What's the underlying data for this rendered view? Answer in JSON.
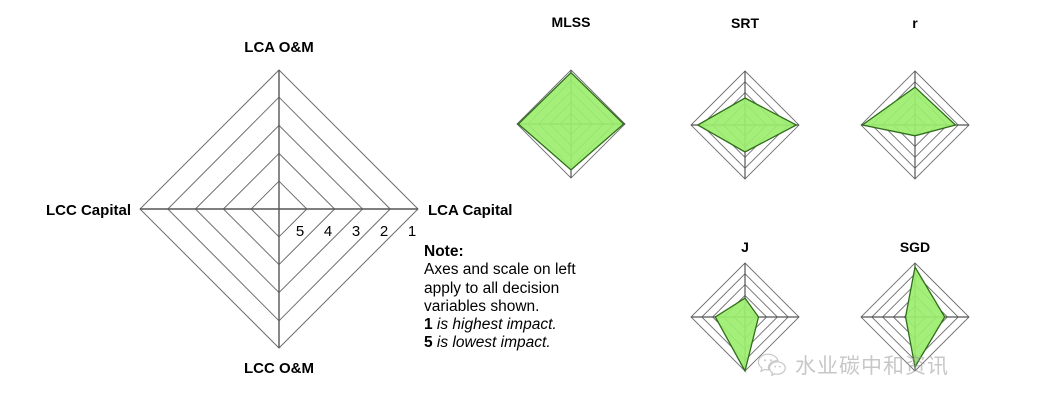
{
  "chart_data": {
    "type": "radar",
    "title": "",
    "axes": [
      "LCA O&M",
      "LCA Capital",
      "LCC O&M",
      "LCC Capital"
    ],
    "scale_ticks": [
      "5",
      "4",
      "3",
      "2",
      "1"
    ],
    "scale_min": 1,
    "scale_max": 5,
    "scale_note": "1 is highest impact, 5 is lowest impact",
    "grid": true,
    "legend": "none",
    "main_chart": {
      "name": "axes-scale-reference",
      "axis_top": "LCA O&M",
      "axis_right": "LCA Capital",
      "axis_bottom": "LCC O&M",
      "axis_left": "LCC Capital",
      "values": null
    },
    "series": [
      {
        "name": "MLSS",
        "values": {
          "LCA O&M": 1.2,
          "LCA Capital": 1.1,
          "LCC O&M": 1.6,
          "LCC Capital": 1.1
        }
      },
      {
        "name": "SRT",
        "values": {
          "LCA O&M": 3.0,
          "LCA Capital": 1.2,
          "LCC O&M": 3.0,
          "LCC Capital": 1.5
        }
      },
      {
        "name": "r",
        "values": {
          "LCA O&M": 2.2,
          "LCA Capital": 2.0,
          "LCC O&M": 4.2,
          "LCC Capital": 1.1
        }
      },
      {
        "name": "J",
        "values": {
          "LCA O&M": 3.6,
          "LCA Capital": 4.0,
          "LCC O&M": 1.0,
          "LCC Capital": 2.8
        }
      },
      {
        "name": "SGD",
        "values": {
          "LCA O&M": 1.3,
          "LCA Capital": 2.8,
          "LCC O&M": 1.3,
          "LCC Capital": 4.3
        }
      }
    ],
    "colors": {
      "fill": "#9bee6e",
      "stroke": "#2f6d1a",
      "grid": "#6e6e6e",
      "axis": "#555555"
    }
  },
  "note": {
    "heading": "Note:",
    "line1": "Axes and scale on left",
    "line2": "apply to all decision",
    "line3": "variables shown.",
    "line4_num": "1",
    "line4_text": " is highest impact.",
    "line5_num": "5",
    "line5_text": " is lowest impact."
  },
  "watermark": {
    "text": "水业碳中和资讯",
    "icon": "wechat-icon"
  }
}
